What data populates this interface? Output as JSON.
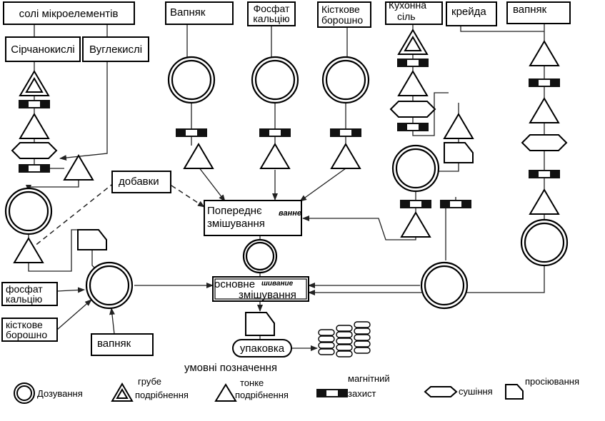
{
  "nodes": {
    "salts": "солі мікроелементів",
    "sulfate": "Сірчанокислі",
    "carbonate": "Вуглекислі",
    "limestone_top": "Вапняк",
    "phosphate_top_1": "Фосфат",
    "phosphate_top_2": "кальцію",
    "bone_top_1": "Кісткове",
    "bone_top_2": "борошно",
    "salt_1": "Кухонна",
    "salt_2": "сіль",
    "chalk": "крейда",
    "limestone_right": "вапняк",
    "additives": "добавки",
    "premix_1": "Попереднє",
    "premix_2": "змішування",
    "premix_ghost": "ванне",
    "mainmix_1": "основне",
    "mainmix_2": "змішування",
    "mainmix_ghost": "шивание",
    "phosphate_left_1": "фосфат",
    "phosphate_left_2": "кальцію",
    "bone_left_1": "кісткове",
    "bone_left_2": "борошно",
    "limestone_bottom": "вапняк",
    "packing": "упаковка"
  },
  "legend": {
    "title": "умовні позначення",
    "dosing": "Дозування",
    "coarse_1": "грубе",
    "coarse_2": "подрібнення",
    "fine_1": "тонке",
    "fine_2": "подрібнення",
    "magnet_1": "магнітний",
    "magnet_2": "захист",
    "drying": "сушіння",
    "sieving": "просіювання"
  }
}
